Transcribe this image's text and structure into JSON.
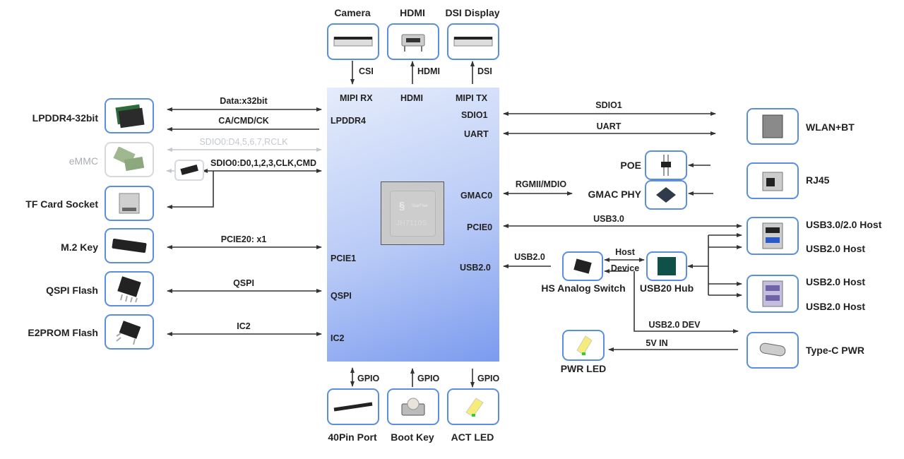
{
  "soc": {
    "chip_name": "JH7110S",
    "chip_brand": "StarFive",
    "pins": {
      "mipi_rx": "MIPI RX",
      "hdmi": "HDMI",
      "mipi_tx": "MIPI TX",
      "lpddr4": "LPDDR4",
      "sdio1": "SDIO1",
      "uart": "UART",
      "gmac0": "GMAC0",
      "pcie0": "PCIE0",
      "pcie1": "PCIE1",
      "usb20": "USB2.0",
      "qspi": "QSPI",
      "ic2": "IC2"
    }
  },
  "top": [
    {
      "label": "Camera",
      "signal": "CSI",
      "direction": "down"
    },
    {
      "label": "HDMI",
      "signal": "HDMI",
      "direction": "up"
    },
    {
      "label": "DSI Display",
      "signal": "DSI",
      "direction": "up"
    }
  ],
  "bottom": [
    {
      "label": "40Pin Port",
      "signal": "GPIO",
      "direction": "both"
    },
    {
      "label": "Boot Key",
      "signal": "GPIO",
      "direction": "up"
    },
    {
      "label": "ACT LED",
      "signal": "GPIO",
      "direction": "down"
    }
  ],
  "left": {
    "lpddr4": {
      "label": "LPDDR4-32bit",
      "signals": [
        "Data:x32bit",
        "CA/CMD/CK"
      ]
    },
    "emmc": {
      "label": "eMMC",
      "signal": "SDIO0:D4,5,6,7,RCLK",
      "optional": true
    },
    "tf_card": {
      "label": "TF Card Socket",
      "signal": "SDIO0:D0,1,2,3,CLK,CMD"
    },
    "m2": {
      "label": "M.2 Key",
      "signal": "PCIE20: x1"
    },
    "qspi_flash": {
      "label": "QSPI Flash",
      "signal": "QSPI"
    },
    "e2prom": {
      "label": "E2PROM Flash",
      "signal": "IC2"
    }
  },
  "right": {
    "wlan": {
      "label": "WLAN+BT",
      "signals": [
        "SDIO1",
        "UART"
      ]
    },
    "poe": {
      "label": "POE"
    },
    "gmac_phy": {
      "label": "GMAC PHY",
      "signal": "RGMII/MDIO"
    },
    "rj45": {
      "label": "RJ45"
    },
    "usb30": {
      "label": "USB3.0/2.0 Host",
      "label2": "USB2.0 Host",
      "signal": "USB3.0"
    },
    "usb_switch": {
      "label": "HS Analog Switch",
      "signal": "USB2.0",
      "host": "Host",
      "device": "Device"
    },
    "usb_hub": {
      "label": "USB20 Hub"
    },
    "usb20_stack": {
      "label": "USB2.0 Host",
      "label2": "USB2.0 Host"
    },
    "typec": {
      "label": "Type-C PWR",
      "signal_dev": "USB2.0 DEV",
      "signal_pwr": "5V IN"
    },
    "pwr_led": {
      "label": "PWR LED"
    }
  },
  "colors": {
    "box_border": "#5a8ee0",
    "soc_gradient_start": "#e5ecfb",
    "soc_gradient_end": "#7b9bee",
    "wire": "#333333",
    "faded": "#c4c8ce"
  }
}
